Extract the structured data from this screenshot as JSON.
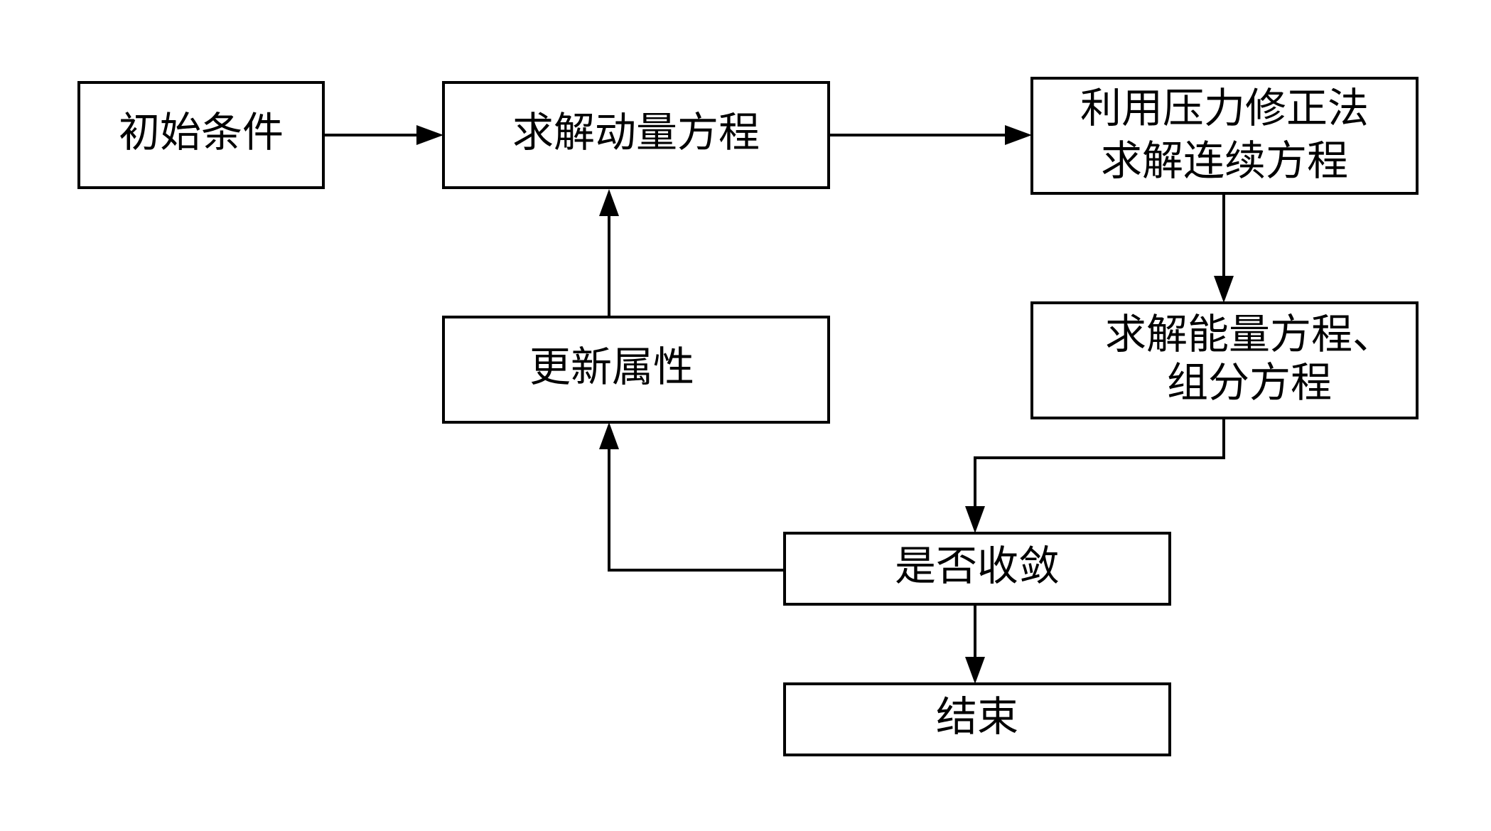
{
  "nodes": {
    "initial_conditions": {
      "lines": [
        "初始条件"
      ]
    },
    "solve_momentum": {
      "lines": [
        "求解动量方程"
      ]
    },
    "pressure_correction": {
      "lines": [
        "利用压力修正法",
        "求解连续方程"
      ]
    },
    "update_properties": {
      "lines": [
        "更新属性"
      ]
    },
    "solve_energy": {
      "lines": [
        "求解能量方程、",
        "组分方程"
      ]
    },
    "converged": {
      "lines": [
        "是否收敛"
      ]
    },
    "end": {
      "lines": [
        "结束"
      ]
    }
  },
  "edges": [
    {
      "from": "initial_conditions",
      "to": "solve_momentum"
    },
    {
      "from": "solve_momentum",
      "to": "pressure_correction"
    },
    {
      "from": "pressure_correction",
      "to": "solve_energy"
    },
    {
      "from": "solve_energy",
      "to": "converged"
    },
    {
      "from": "converged",
      "to": "update_properties"
    },
    {
      "from": "update_properties",
      "to": "solve_momentum"
    },
    {
      "from": "converged",
      "to": "end"
    }
  ]
}
